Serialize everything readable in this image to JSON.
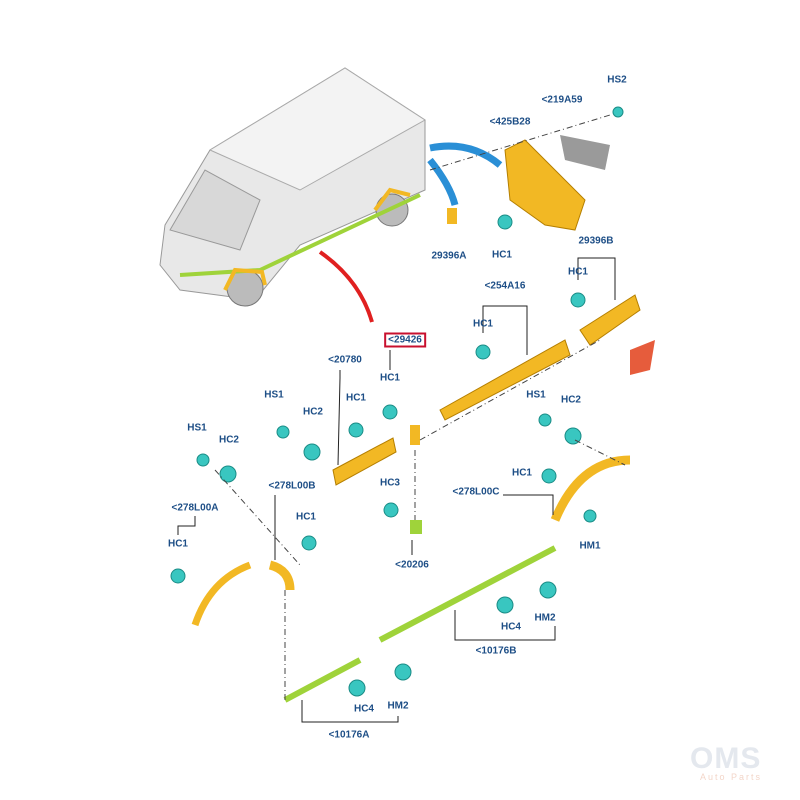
{
  "diagram": {
    "labels": [
      {
        "id": "hs2-top",
        "text": "HS2"
      },
      {
        "id": "219a59",
        "text": "<219A59"
      },
      {
        "id": "425b28",
        "text": "<425B28"
      },
      {
        "id": "29396a",
        "text": "29396A"
      },
      {
        "id": "hc1-a",
        "text": "HC1"
      },
      {
        "id": "29396b",
        "text": "29396B"
      },
      {
        "id": "hc1-b",
        "text": "HC1"
      },
      {
        "id": "254a16",
        "text": "<254A16"
      },
      {
        "id": "hc1-c",
        "text": "HC1"
      },
      {
        "id": "29426",
        "text": "<29426"
      },
      {
        "id": "20780",
        "text": "<20780"
      },
      {
        "id": "hc1-d",
        "text": "HC1"
      },
      {
        "id": "hc1-e",
        "text": "HC1"
      },
      {
        "id": "hs1-a",
        "text": "HS1"
      },
      {
        "id": "hc2-a",
        "text": "HC2"
      },
      {
        "id": "hs1-b",
        "text": "HS1"
      },
      {
        "id": "hc2-b",
        "text": "HC2"
      },
      {
        "id": "hs1-c",
        "text": "HS1"
      },
      {
        "id": "hc2-c",
        "text": "HC2"
      },
      {
        "id": "hc1-f",
        "text": "HC1"
      },
      {
        "id": "278l00c",
        "text": "<278L00C"
      },
      {
        "id": "278l00b",
        "text": "<278L00B"
      },
      {
        "id": "hc3",
        "text": "HC3"
      },
      {
        "id": "hc1-g",
        "text": "HC1"
      },
      {
        "id": "278l00a",
        "text": "<278L00A"
      },
      {
        "id": "hc1-h",
        "text": "HC1"
      },
      {
        "id": "hm1",
        "text": "HM1"
      },
      {
        "id": "20206",
        "text": "<20206"
      },
      {
        "id": "hc4-a",
        "text": "HC4"
      },
      {
        "id": "hm2-a",
        "text": "HM2"
      },
      {
        "id": "10176b",
        "text": "<10176B"
      },
      {
        "id": "hc4-b",
        "text": "HC4"
      },
      {
        "id": "hm2-b",
        "text": "HM2"
      },
      {
        "id": "10176a",
        "text": "<10176A"
      }
    ],
    "highlighted": "<29426",
    "colors": {
      "label": "#1d4e86",
      "part": "#f2b824",
      "clip": "#39c6c0",
      "strip": "#9fd33a",
      "highlight": "#c8102e",
      "arrow_blue": "#2a8fd6",
      "arrow_red": "#e02020"
    }
  },
  "watermark": {
    "brand": "OMS",
    "sub": "Auto Parts"
  }
}
